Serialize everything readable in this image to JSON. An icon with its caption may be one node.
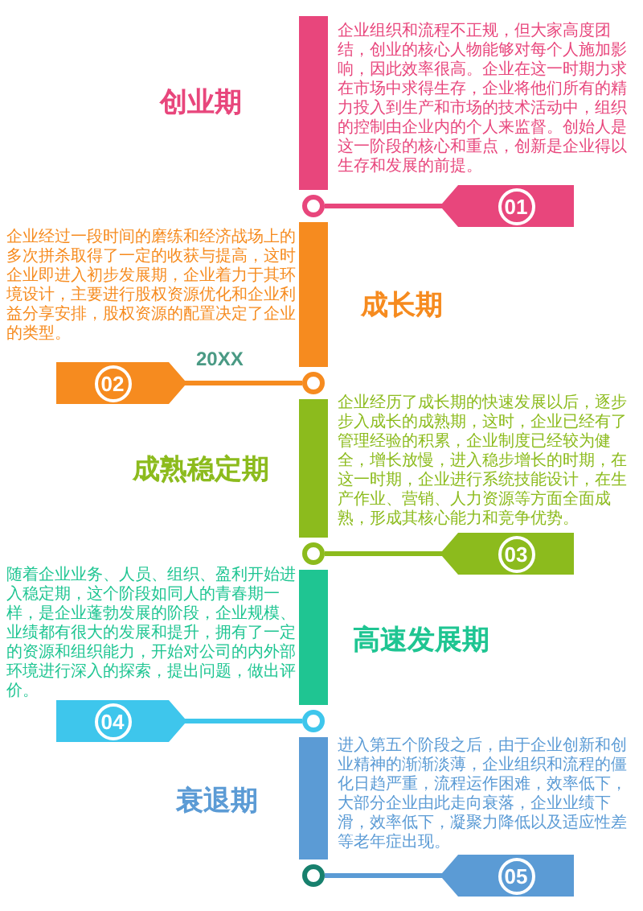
{
  "diagram": {
    "nodes": [
      {
        "text": [],
        "shape": "bar",
        "beside": [
          "创业期",
          "企业组织和流程不正规，但大家高度团结，创业的核心人物能够对每个人施加影响，因此效率很高。企业在这一时期力求在市场中求得生存，企业将他们所有的精力投入到生产和市场的技术活动中，组织的控制由企业内的个人来监督。创始人是这一阶段的核心和重点，创新是企业得以生存和发展的前提。"
        ]
      },
      {
        "text": [],
        "shape": "circle"
      },
      {
        "text": [
          "01"
        ]
      },
      {
        "text": [],
        "shape": "bar",
        "beside": [
          "成长期",
          "企业经过一段时间的磨练和经济战场上的多次拼杀取得了一定的收获与提高，这时企业即进入初步发展期，企业着力于其环境设计，主要进行股权资源优化和企业利益分享安排，股权资源的配置决定了企业的类型。"
        ]
      },
      {
        "text": [
          "02"
        ]
      },
      {
        "text": [],
        "shape": "circle"
      },
      {
        "text": [],
        "shape": "bar",
        "beside": [
          "成熟稳定期",
          "企业经历了成长期的快速发展以后，逐步步入成长的成熟期，这时，企业已经有了管理经验的积累，企业制度已经较为健全，增长放慢，进入稳步增长的时期，在这一时期，企业进行系统技能设计，在生产作业、营销、人力资源等方面全面成熟，形成其核心能力和竞争优势。"
        ]
      },
      {
        "text": [],
        "shape": "circle"
      },
      {
        "text": [
          "03"
        ]
      },
      {
        "text": [],
        "shape": "bar",
        "beside": [
          "高速发展期",
          "随着企业业务、人员、组织、盈利开始进入稳定期，这个阶段如同人的青春期一样，是企业蓬勃发展的阶段，企业规模、业绩都有很大的发展和提升，拥有了一定的资源和组织能力，开始对公司的内外部环境进行深入的探索，提出问题，做出评价。"
        ]
      },
      {
        "text": [
          "04"
        ]
      },
      {
        "text": [],
        "shape": "circle"
      },
      {
        "text": [],
        "shape": "bar",
        "beside": [
          "衰退期",
          "进入第五个阶段之后，由于企业创新和创业精神的渐渐淡薄，企业组织和流程的僵化日趋严重，流程运作困难，效率低下，大部分企业由此走向衰落，企业业绩下滑，效率低下，凝聚力降低以及适应性差等老年症出现。"
        ]
      },
      {
        "text": [],
        "shape": "circle"
      },
      {
        "text": [
          "05"
        ]
      }
    ],
    "edges": [
      {
        "from": 1,
        "to": 2,
        "arrow": "none",
        "color": "#e8467c"
      },
      {
        "from": 5,
        "to": 4,
        "arrow": "none",
        "color": "#f68b1f"
      },
      {
        "from": 7,
        "to": 8,
        "arrow": "none",
        "color": "#8cbb1d"
      },
      {
        "from": 11,
        "to": 10,
        "arrow": "none",
        "color": "#3ec6ec"
      },
      {
        "from": 13,
        "to": 14,
        "arrow": "none",
        "color": "#5b9bd5"
      }
    ],
    "labels": [
      "20XX"
    ]
  }
}
